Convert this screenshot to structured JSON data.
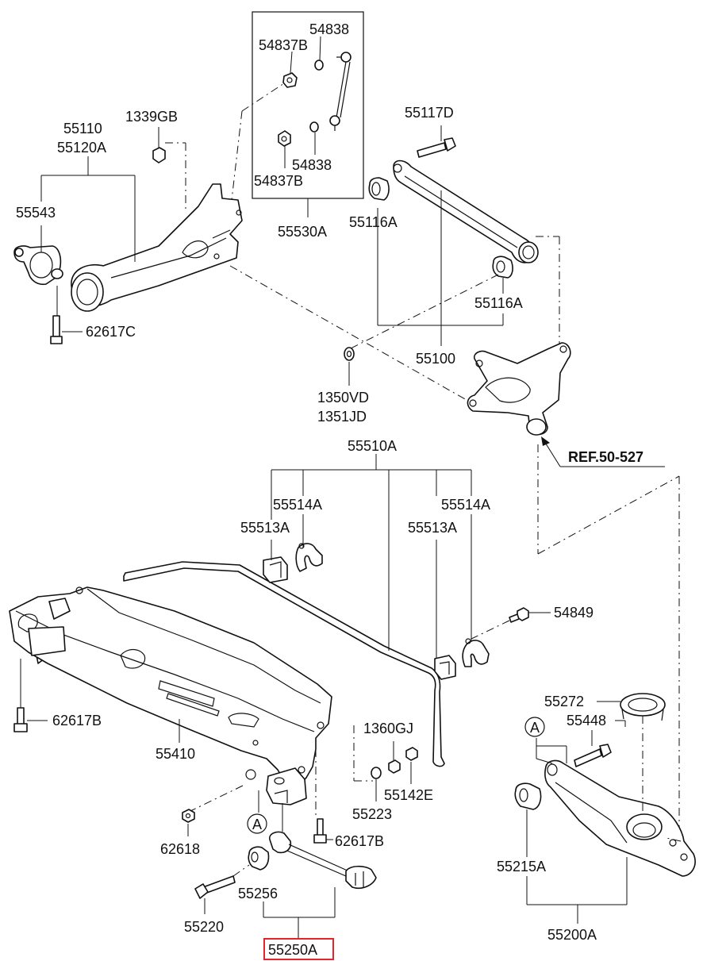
{
  "labels": {
    "p54838_top": "54838",
    "p54837b_top": "54837B",
    "p54838_bot": "54838",
    "p54837b_bot": "54837B",
    "p55530a": "55530A",
    "p1339gb": "1339GB",
    "p55110": "55110",
    "p55120a": "55120A",
    "p55543": "55543",
    "p62617c": "62617C",
    "p55117d": "55117D",
    "p55116a_top": "55116A",
    "p55116a_bot": "55116A",
    "p55100": "55100",
    "p1350vd": "1350VD",
    "p1351jd": "1351JD",
    "ref": "REF.50-527",
    "p55510a": "55510A",
    "p55514a_left": "55514A",
    "p55513a_left": "55513A",
    "p55514a_right": "55514A",
    "p55513a_right": "55513A",
    "p54849": "54849",
    "p62617b_left": "62617B",
    "p55410": "55410",
    "p1360gj": "1360GJ",
    "p55142e": "55142E",
    "p55223": "55223",
    "p62618": "62618",
    "p62617b_right": "62617B",
    "p55256": "55256",
    "p55220": "55220",
    "p55250a": "55250A",
    "p55272": "55272",
    "p55448": "55448",
    "p55215a": "55215A",
    "p55200a": "55200A",
    "marker_a1": "A",
    "marker_a2": "A"
  },
  "highlight_color": "#e0262b"
}
